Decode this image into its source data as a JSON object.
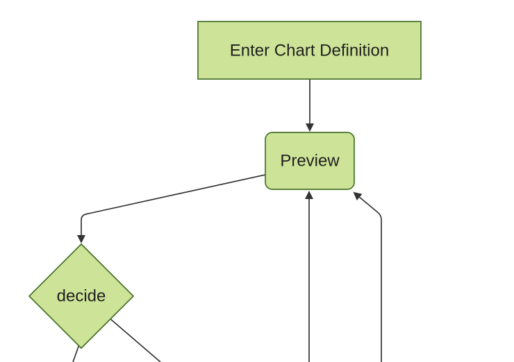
{
  "diagram": {
    "type": "flowchart",
    "colors": {
      "background": "#ffffff",
      "node_fill": "#cde498",
      "node_border": "#45702a",
      "edge_color": "#333333",
      "label_color": "#1f1f1f"
    },
    "nodes": [
      {
        "id": "enter-chart-definition",
        "shape": "rectangle",
        "label": "Enter Chart Definition"
      },
      {
        "id": "preview",
        "shape": "rounded-rectangle",
        "label": "Preview"
      },
      {
        "id": "decide",
        "shape": "diamond",
        "label": "decide"
      }
    ],
    "edges": [
      {
        "from": "enter-chart-definition",
        "to": "preview",
        "arrowhead": true
      },
      {
        "from": "preview",
        "to": "decide",
        "arrowhead": true
      },
      {
        "from": "offscreen-bottom",
        "to": "preview",
        "arrowhead": true
      },
      {
        "from": "offscreen-bottom-right",
        "to": "preview",
        "arrowhead": true
      },
      {
        "from": "decide",
        "to": "offscreen-bottom-left",
        "arrowhead": false
      },
      {
        "from": "decide",
        "to": "offscreen-bottom-right",
        "arrowhead": false
      }
    ]
  }
}
